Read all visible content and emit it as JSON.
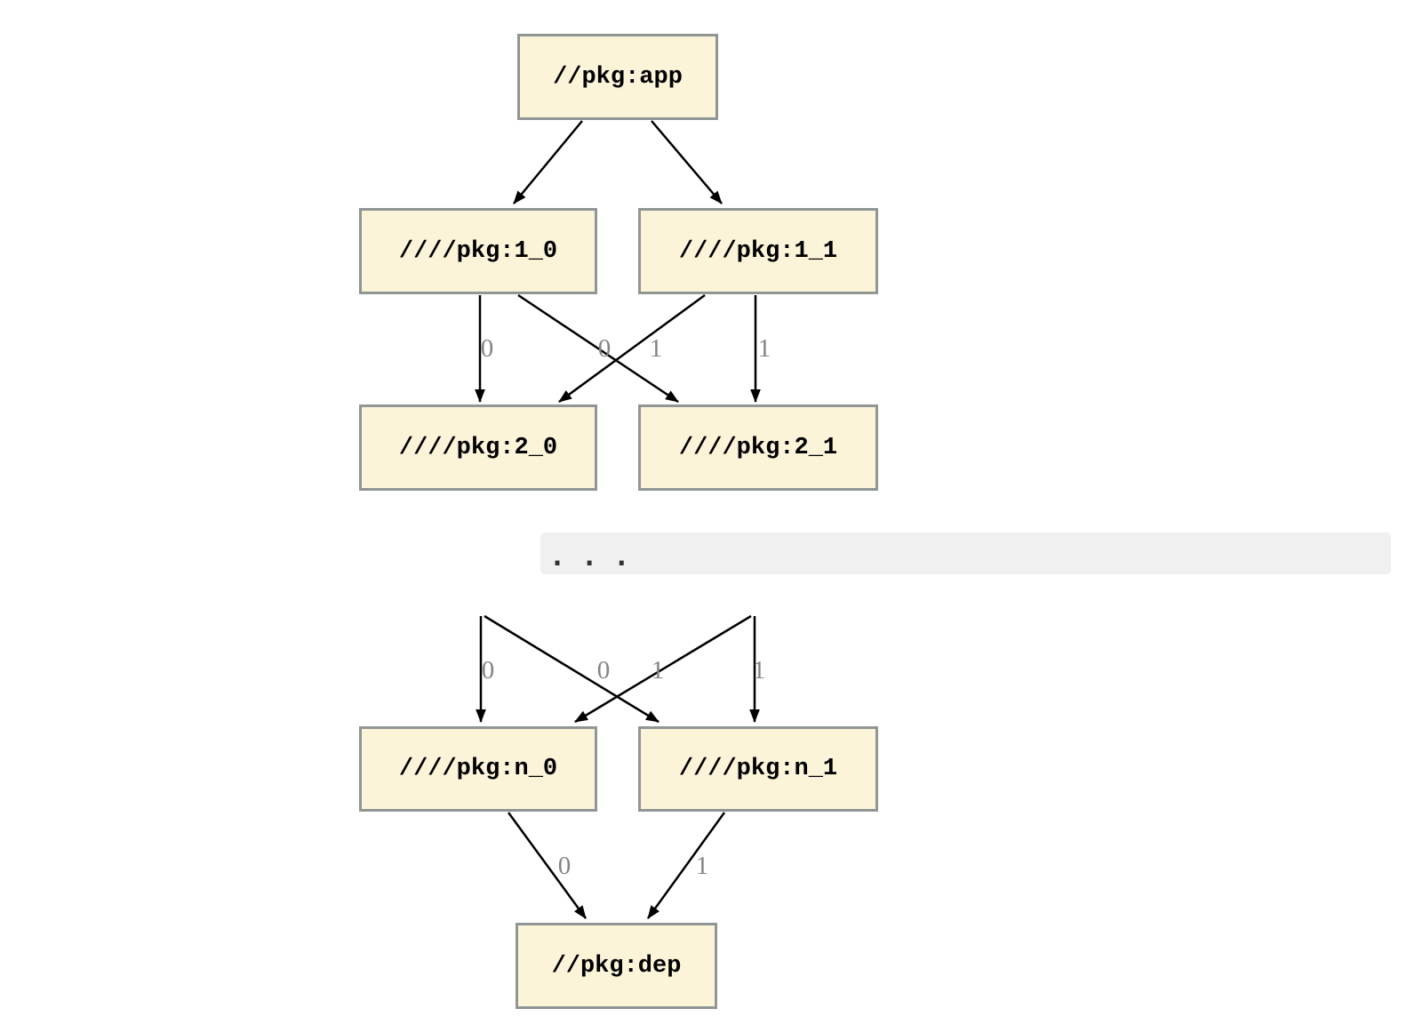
{
  "diagram": {
    "nodes": {
      "app": {
        "label": "//pkg:app"
      },
      "v1_0": {
        "label": "////pkg:1_0"
      },
      "v1_1": {
        "label": "////pkg:1_1"
      },
      "v2_0": {
        "label": "////pkg:2_0"
      },
      "v2_1": {
        "label": "////pkg:2_1"
      },
      "vn_0": {
        "label": "////pkg:n_0"
      },
      "vn_1": {
        "label": "////pkg:n_1"
      },
      "dep": {
        "label": "//pkg:dep"
      }
    },
    "ellipsis": {
      "label": ". . ."
    },
    "edges": [
      {
        "from": "app",
        "to": "v1_0",
        "label": ""
      },
      {
        "from": "app",
        "to": "v1_1",
        "label": ""
      },
      {
        "from": "v1_0",
        "to": "v2_0",
        "label": "0"
      },
      {
        "from": "v1_0",
        "to": "v2_1",
        "label": "0"
      },
      {
        "from": "v1_1",
        "to": "v2_0",
        "label": "1"
      },
      {
        "from": "v1_1",
        "to": "v2_1",
        "label": "1"
      },
      {
        "from": "ellipsis",
        "to": "vn_0",
        "label": "0"
      },
      {
        "from": "ellipsis",
        "to": "vn_1",
        "label": "0"
      },
      {
        "from": "ellipsis",
        "to": "vn_0",
        "label": "1"
      },
      {
        "from": "ellipsis",
        "to": "vn_1",
        "label": "1"
      },
      {
        "from": "vn_0",
        "to": "dep",
        "label": "0"
      },
      {
        "from": "vn_1",
        "to": "dep",
        "label": "1"
      }
    ],
    "colors": {
      "background": "#ffffff",
      "node_fill": "#fcf4d9",
      "node_border": "#8f9693",
      "node_text": "#000000",
      "edge": "#000000",
      "edge_label": "#848484",
      "ellipsis_bg": "#f0f0f0",
      "ellipsis_dots": "#333333"
    }
  }
}
